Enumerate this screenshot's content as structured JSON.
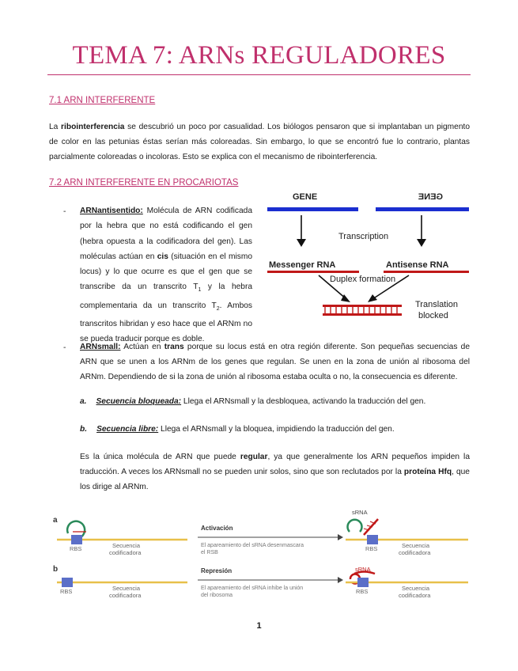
{
  "title": "TEMA 7: ARNs REGULADORES",
  "section1": {
    "heading": "7.1 ARN INTERFERENTE",
    "p_a": "La ",
    "p_bold": "ribointerferencia",
    "p_b": " se descubrió un poco por casualidad. Los biólogos pensaron que si implantaban un pigmento de color en las petunias éstas serían más coloreadas. Sin embargo, lo que se encontró fue lo contrario, plantas parcialmente coloreadas o incoloras. Esto se explica con el mecanismo de ribointerferencia."
  },
  "section2": {
    "heading": "7.2 ARN INTERFERENTE EN PROCARIOTAS",
    "bullet": "-",
    "anti_term": "ARNantisentido:",
    "anti_a": " Molécula de ARN codificada por la hebra que no está codificando el gen (hebra opuesta a la codificadora del gen). Las moléculas actúan en ",
    "anti_cis": "cis",
    "anti_b": " (situación en el mismo locus) y lo que ocurre es que el gen que se transcribe da un transcrito T",
    "anti_sub1": "1",
    "anti_c": " y la hebra complementaria da un transcrito T",
    "anti_sub2": "2",
    "anti_d": ". Ambos transcritos hibridan y eso hace que el ARNm no se pueda traducir porque es doble.",
    "small_term": "ARNsmall:",
    "small_a": " Actúan en ",
    "small_trans": "trans",
    "small_b": " porque su locus está en otra región diferente. Son pequeñas secuencias de ARN que se unen a los ARNm de los genes que regulan. Se unen en la zona de unión al ribosoma del ARNm. Dependiendo de si la zona de unión al ribosoma estaba oculta o no, la consecuencia es diferente.",
    "item_a_letter": "a.",
    "item_a_term": "Secuencia bloqueada:",
    "item_a_text": " Llega el ARNsmall y la desbloquea, activando la traducción del gen.",
    "item_b_letter": "b.",
    "item_b_term": "Secuencia libre:",
    "item_b_text": " Llega el ARNsmall y la bloquea, impidiendo la traducción del gen.",
    "final_a": "Es la única molécula de ARN que puede ",
    "final_regular": "regular",
    "final_b": ", ya que generalmente los ARN pequeños impiden la traducción. A veces los ARNsmall no se pueden unir solos, sino que son reclutados por la ",
    "final_hfq": "proteína Hfq",
    "final_c": ", que los dirige al ARNm."
  },
  "fig1": {
    "gene": "GENE",
    "gene_mirror": "GENE",
    "transcription": "Transcription",
    "messenger": "Messenger RNA",
    "antisense": "Antisense RNA",
    "duplex": "Duplex formation",
    "translation": "Translation",
    "blocked": "blocked"
  },
  "fig2": {
    "label_a": "a",
    "label_b": "b",
    "rbs": "RBS",
    "secuencia": "Secuencia",
    "codificadora": "codificadora",
    "activacion": "Activación",
    "activacion_desc1": "El apareamiento del sRNA desenmascara",
    "activacion_desc2": "el RSB",
    "represion": "Represión",
    "represion_desc1": "El apareamiento del sRNA inhibe la unión",
    "represion_desc2": "del ribosoma",
    "srna": "sRNA"
  },
  "page_number": "1",
  "colors": {
    "accent": "#c0306c",
    "gene_blue": "#1a2ed0",
    "rna_red": "#c01818",
    "rbs_blue": "#5b6fc8",
    "seq_yellow": "#e8c04a",
    "srna_green": "#2a8a5a"
  }
}
